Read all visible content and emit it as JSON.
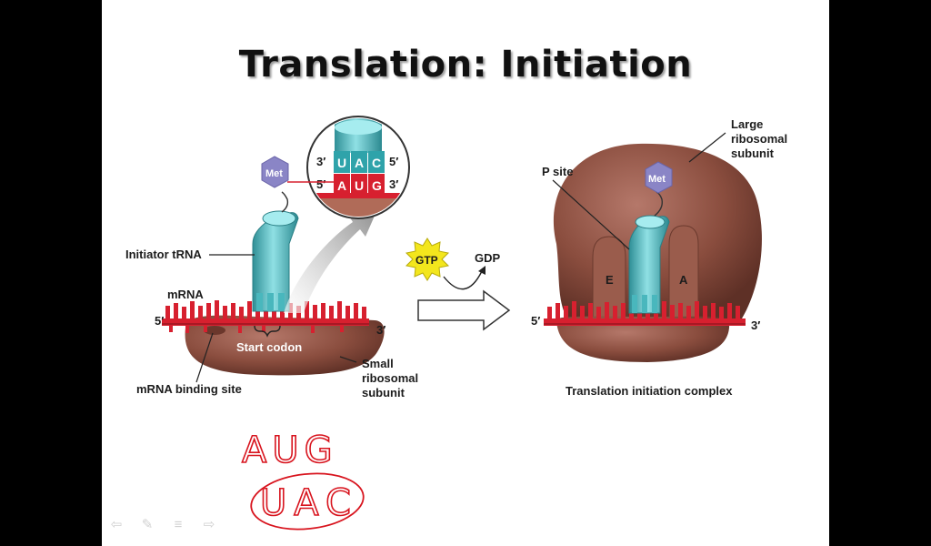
{
  "slide": {
    "title": "Translation: Initiation"
  },
  "left_panel": {
    "met_label": "Met",
    "initiator_trna_label": "Initiator tRNA",
    "mrna_label": "mRNA",
    "five_prime": "5′",
    "three_prime": "3′",
    "start_codon_label": "Start codon",
    "mrna_binding_site_label": "mRNA binding site",
    "small_subunit_label": [
      "Small",
      "ribosomal",
      "subunit"
    ],
    "inset": {
      "top_left": "3′",
      "top_right": "5′",
      "bottom_left": "5′",
      "bottom_right": "3′",
      "anticodon": [
        "U",
        "A",
        "C"
      ],
      "codon": [
        "A",
        "U",
        "G"
      ]
    }
  },
  "middle": {
    "gtp_label": "GTP",
    "gdp_label": "GDP"
  },
  "right_panel": {
    "met_label": "Met",
    "p_site_label": "P site",
    "large_subunit_label": [
      "Large",
      "ribosomal",
      "subunit"
    ],
    "e_site": "E",
    "a_site": "A",
    "five_prime": "5′",
    "three_prime": "3′",
    "caption": "Translation initiation complex"
  },
  "handwriting": {
    "codon": "AUG",
    "anticodon": "UAC"
  },
  "colors": {
    "ribosome": "#8a4d3e",
    "trna": "#49b7bd",
    "mrna": "#d7202f",
    "met": "#8a85c6",
    "gtp": "#f3e61d",
    "ink": "#d8141e"
  },
  "toolbar_icons": [
    "back-arrow-icon",
    "pen-icon",
    "menu-icon",
    "forward-arrow-icon"
  ]
}
